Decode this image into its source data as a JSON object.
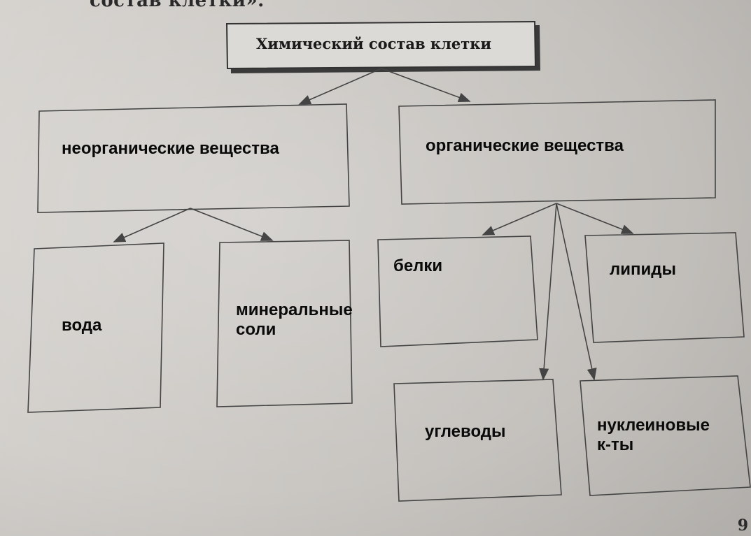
{
  "header_fragment": "состав клетки».",
  "page_number": "9",
  "diagram": {
    "root": "Химический состав клетки",
    "inorganic": {
      "label": "неорганические вещества",
      "children": [
        "вода",
        "минеральные\nсоли"
      ]
    },
    "organic": {
      "label": "органические вещества",
      "children": [
        "белки",
        "липиды",
        "углеводы",
        "нуклеиновые\nк-ты"
      ]
    }
  }
}
